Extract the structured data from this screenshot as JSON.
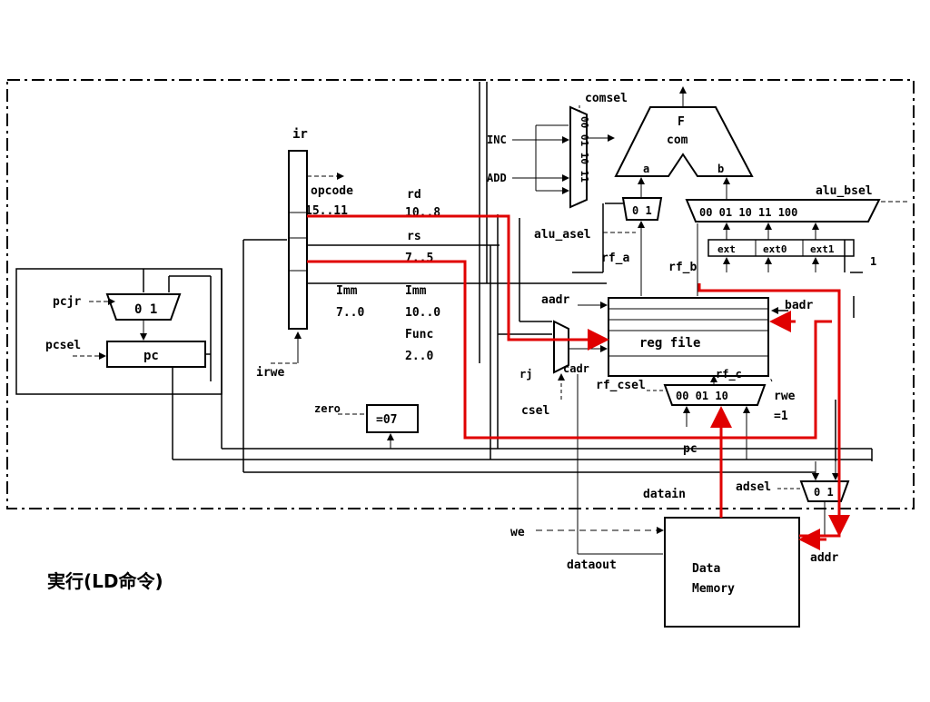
{
  "caption": "実行(LD命令)",
  "colors": {
    "line": "#000000",
    "highlight": "#e00000",
    "background": "#ffffff"
  },
  "labels": {
    "ir": "ir",
    "opcode": "opcode",
    "opcode_bits": "15..11",
    "rd1": "rd",
    "rd1_bits": "10..8",
    "rs": "rs",
    "rs_bits": "7..5",
    "imm8": "Imm",
    "imm8_bits": "7..0",
    "imm11": "Imm",
    "imm11_bits": "10..0",
    "func": "Func",
    "func_bits": "2..0",
    "irwe": "irwe",
    "pcjr": "pcjr",
    "pcsel": "pcsel",
    "pc": "pc",
    "zero": "zero",
    "seven": "=07",
    "comsel": "comsel",
    "alu_f": "F",
    "alu_com": "com",
    "alu_a": "a",
    "alu_b": "b",
    "inc": "INC",
    "add": "ADD",
    "mux4": "00 01 10 11",
    "alu_asel": "alu_asel",
    "alu_bsel": "alu_bsel",
    "mux_a": "0 1",
    "mux_b": "00 01 10 11 100",
    "ext0": "ext",
    "ext1": "ext0",
    "ext2": "ext1",
    "one": "1",
    "rf_a": "rf_a",
    "rf_b": "rf_b",
    "aadr": "aadr",
    "badr": "badr",
    "regfile": "reg file",
    "rj": "rj",
    "cadr": "cadr",
    "rf_c": "rf_c",
    "rf_csel": "rf_csel",
    "mux_c": "00 01 10",
    "csel": "csel",
    "rwe": "rwe",
    "rwe_val": "=1",
    "pc2": "pc",
    "adsel": "adsel",
    "mux_ad": "0 1",
    "datain": "datain",
    "we": "we",
    "dataout": "dataout",
    "addr": "addr",
    "mem1": "Data",
    "mem2": "Memory"
  }
}
